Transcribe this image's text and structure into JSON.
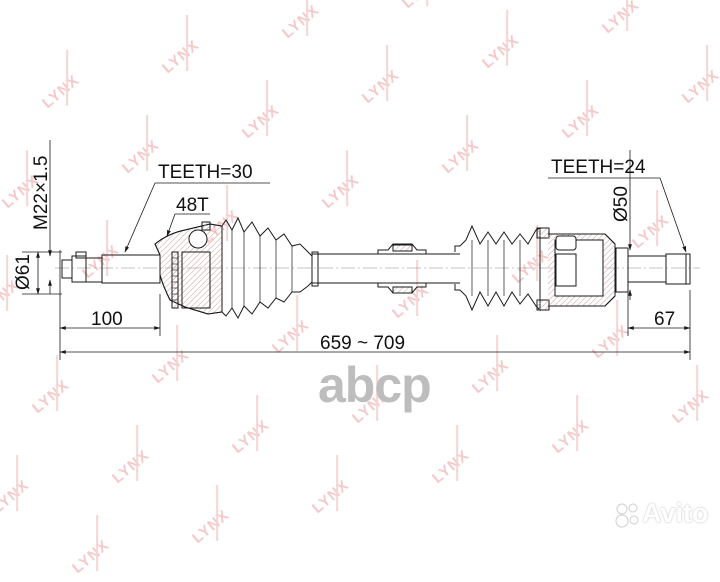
{
  "drawing": {
    "title": "CV drive shaft assembly technical drawing",
    "labels": {
      "teeth_left": "TEETH=30",
      "teeth_right": "TEETH=24",
      "abs_ring": "48T",
      "thread": "M22×1.5",
      "diameter_left": "Ø61",
      "diameter_right": "Ø50",
      "length_left": "100",
      "length_right": "67",
      "total_length": "659 ~ 709"
    },
    "colors": {
      "line": "#1a1a1a",
      "watermark": "#f2b8b8",
      "hatch": "#c9a0a0"
    }
  },
  "watermark": {
    "text": "LYNX",
    "count": 24
  },
  "brands": {
    "abcp": "abcp",
    "avito": "Avito"
  }
}
